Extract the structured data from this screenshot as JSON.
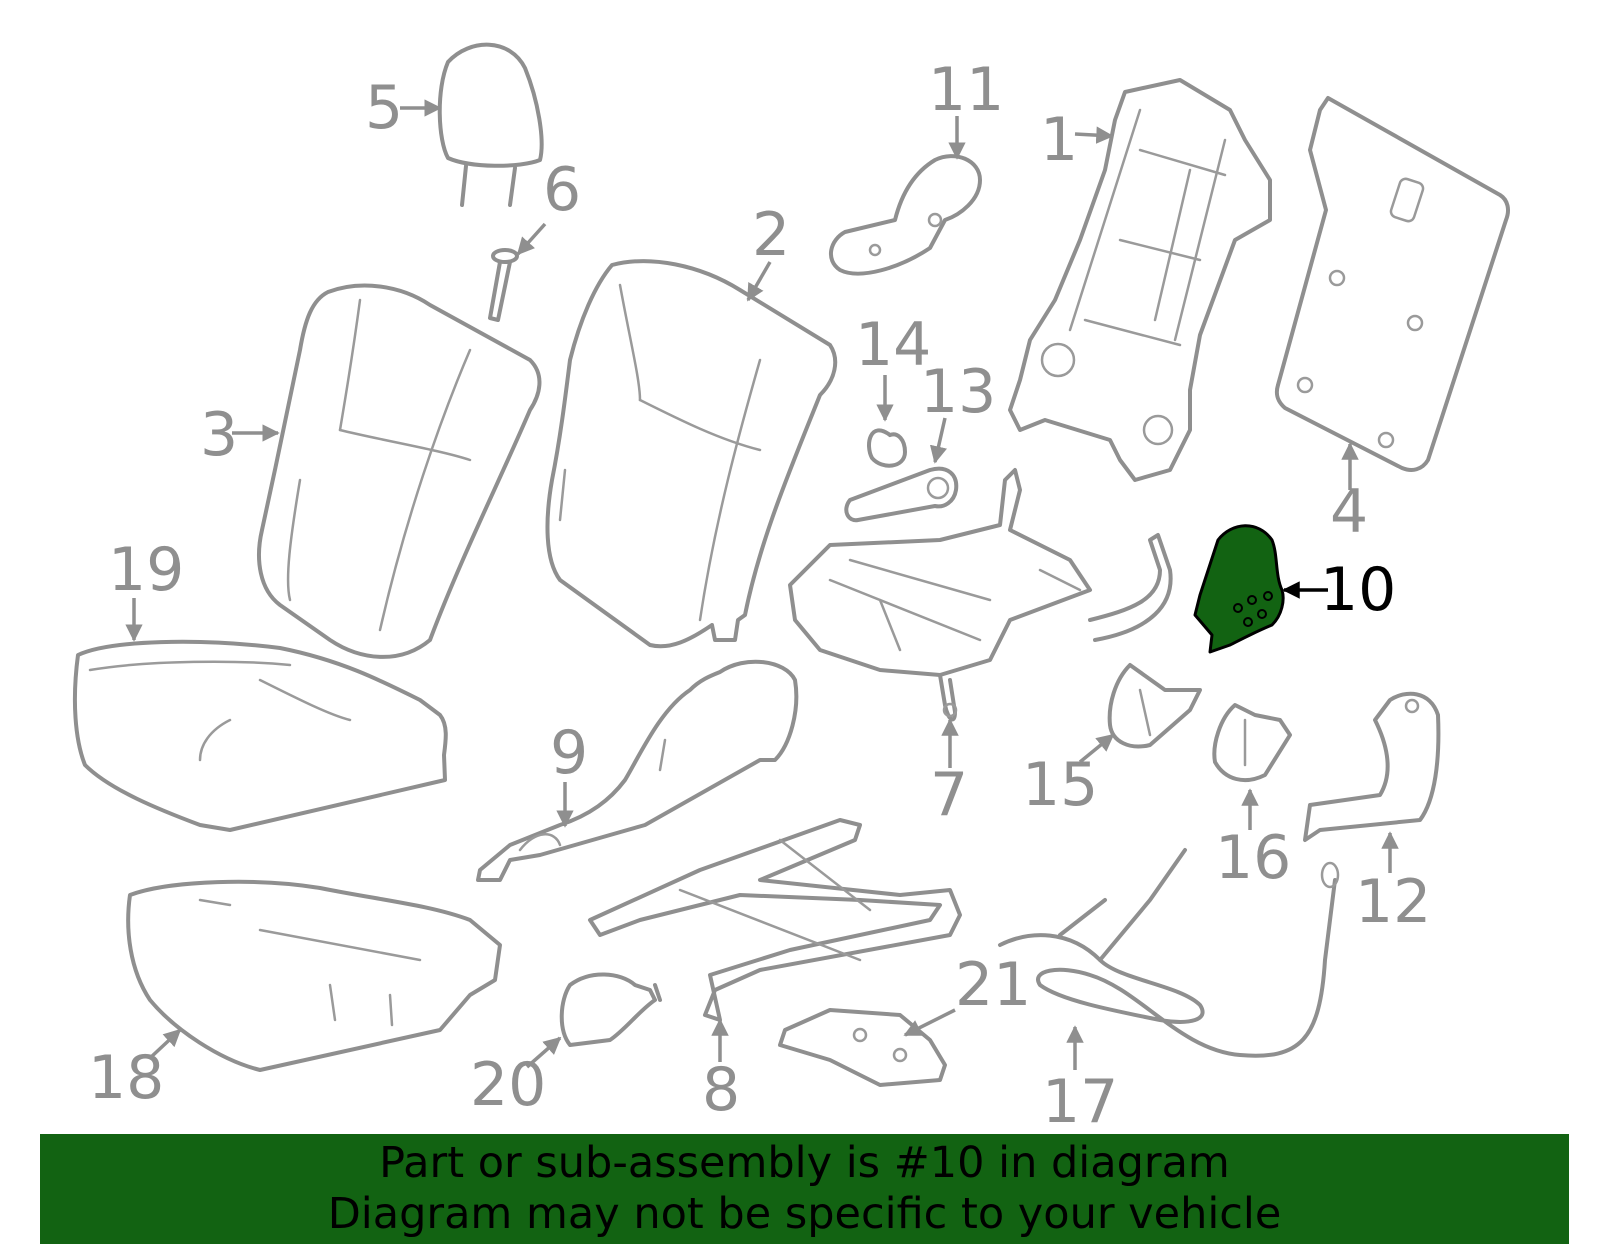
{
  "diagram": {
    "highlight_color": "#126312",
    "part_stroke_color": "#8f8f8f",
    "labels": {
      "l1": "1",
      "l2": "2",
      "l3": "3",
      "l4": "4",
      "l5": "5",
      "l6": "6",
      "l7": "7",
      "l8": "8",
      "l9": "9",
      "l10": "10",
      "l11": "11",
      "l12": "12",
      "l13": "13",
      "l14": "14",
      "l15": "15",
      "l16": "16",
      "l17": "17",
      "l18": "18",
      "l19": "19",
      "l20": "20",
      "l21": "21"
    },
    "highlighted_part": "10"
  },
  "banner": {
    "line1": "Part or sub-assembly is #10 in diagram",
    "line2": "Diagram may not be specific to your vehicle",
    "background": "#126312"
  }
}
